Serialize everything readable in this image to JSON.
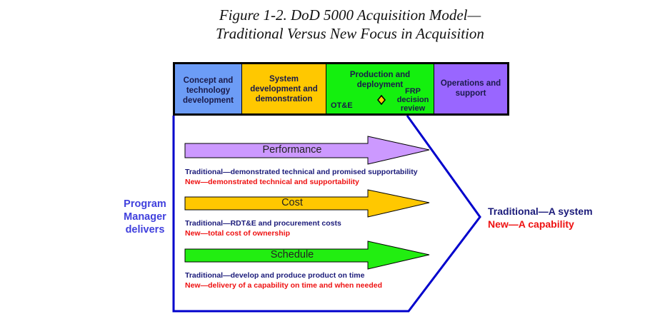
{
  "title": {
    "line1": "Figure 1-2. DoD 5000 Acquisition Model—",
    "line2": "Traditional Versus New Focus in Acquisition"
  },
  "phases": [
    {
      "label_lines": [
        "Concept and",
        "technology",
        "development"
      ],
      "color": "#6c9cf6"
    },
    {
      "label_lines": [
        "System",
        "development and",
        "demonstration"
      ],
      "color": "#ffc800"
    },
    {
      "label_lines": [
        "Production and",
        "deployment"
      ],
      "color": "#14f00e"
    },
    {
      "label_lines": [
        "Operations and",
        "support"
      ],
      "color": "#9966ff"
    }
  ],
  "production_markers": {
    "ote": "OT&E",
    "frp_lines": [
      "FRP",
      "decision",
      "review"
    ],
    "milestone_icon": "diamond-milestone"
  },
  "left_label_lines": [
    "Program",
    "Manager",
    "delivers"
  ],
  "focus_areas": [
    {
      "name": "Performance",
      "color": "#cc99ff",
      "traditional": "Traditional—demonstrated technical and promised supportability",
      "new": "New—demonstrated technical and supportability"
    },
    {
      "name": "Cost",
      "color": "#ffc800",
      "traditional": "Traditional—RDT&E and procurement costs",
      "new": "New—total cost of ownership"
    },
    {
      "name": "Schedule",
      "color": "#22ee11",
      "traditional": "Traditional—develop and produce product on time",
      "new": "New—delivery of a capability on time and when needed"
    }
  ],
  "result": {
    "traditional": "Traditional—A system",
    "new": "New—A capability"
  },
  "colors": {
    "outline": "#0000cc",
    "traditional_text": "#1b1b7a",
    "new_text": "#ee1111",
    "pm_text": "#4040dd"
  }
}
